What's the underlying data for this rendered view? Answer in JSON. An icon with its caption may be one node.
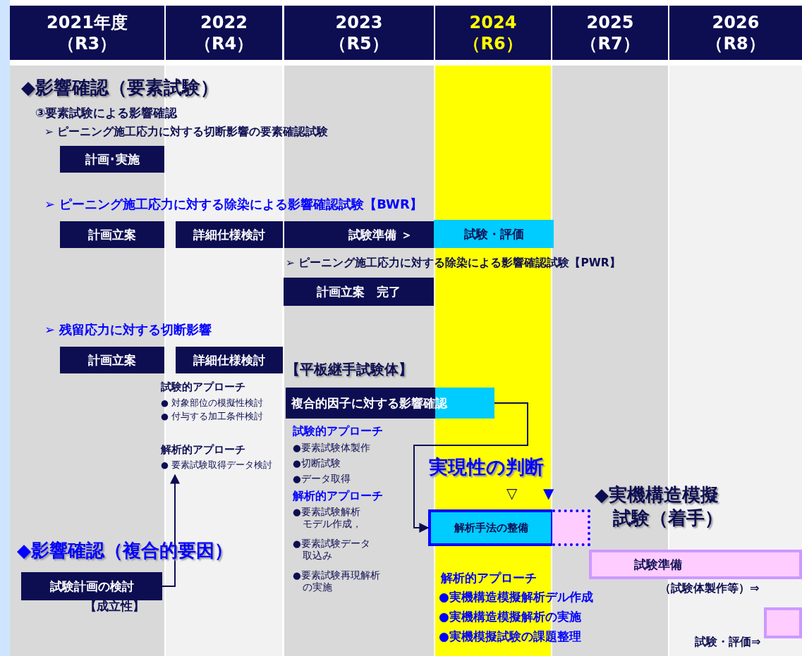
{
  "diagram": {
    "nodes": [
      {
        "text": [
          "2021年度",
          "（R3）"
        ]
      },
      {
        "text": [
          "2022",
          "（R4）"
        ]
      },
      {
        "text": [
          "2023",
          "（R5）"
        ]
      },
      {
        "text": [
          "2024",
          "（R6）"
        ]
      },
      {
        "text": [
          "2025",
          "（R7）"
        ]
      },
      {
        "text": [
          "2026",
          "（R8）"
        ]
      },
      {
        "text": [
          "計画･実施"
        ]
      },
      {
        "text": [
          "計画立案"
        ]
      },
      {
        "text": [
          "詳細仕様検討"
        ]
      },
      {
        "text": [
          "試験準備 ＞"
        ]
      },
      {
        "text": [
          "試験・評価"
        ]
      },
      {
        "text": [
          "計画立案　完了"
        ]
      },
      {
        "text": [
          "計画立案"
        ]
      },
      {
        "text": [
          "詳細仕様検討"
        ]
      },
      {
        "text": [
          "複合的因子に対する影響確認"
        ]
      },
      {
        "text": [
          "解析手法の整備"
        ]
      },
      {
        "text": [],
        "shape": "box"
      },
      {
        "text": [
          "試験準備"
        ]
      },
      {
        "text": [],
        "shape": "box"
      },
      {
        "text": [
          "試験計画の検討"
        ],
        "beside": [
          "【成立性】"
        ]
      },
      {
        "text": [
          "解析的アプローチ",
          "● 要素試験取得データ検討"
        ]
      }
    ],
    "edges": [
      {
        "from": 14,
        "to": 15,
        "arrow": "to"
      },
      {
        "from": 19,
        "to": 20,
        "arrow": "to"
      }
    ],
    "labels": [
      "◆影響確認（要素試験）",
      "③要素試験による影響確認",
      "➢ ピーニング施工応力に対する切断影響の要素確認試験",
      "➢ ピーニング施工応力に対する除染による影響確認試験【BWR】",
      "➢ ピーニング施工応力に対する除染による影響確認試験【PWR】",
      "➢ 残留応力に対する切断影響",
      "【平板継手試験体】",
      "試験的アプローチ",
      "● 対象部位の模擬性検討",
      "● 付与する加工条件検討",
      "試験的アプローチ",
      "●要素試験体製作",
      "●切断試験",
      "●データ取得",
      "解析的アプローチ",
      "●要素試験解析モデル作成，",
      "●要素試験データ取込み",
      "●要素試験再現解析の実施",
      "実現性の判断",
      "▽",
      "▼",
      "◆実機構造模擬試験（着手）",
      "◆影響確認（複合的要因）",
      "解析的アプローチ",
      "●実機構造模擬解析デル作成",
      "●実機構造模擬解析の実施",
      "●実機模擬試験の課題整理",
      "（試験体製作等）⇒",
      "試験・評価⇒"
    ]
  }
}
